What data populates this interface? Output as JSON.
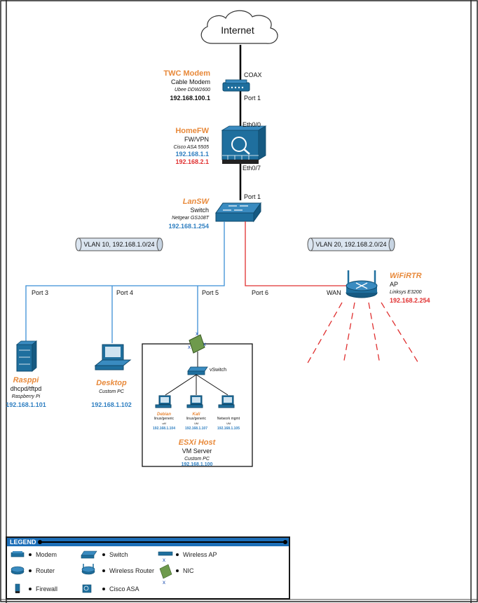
{
  "colors": {
    "orange": "#e8893a",
    "blue": "#2f7fc1",
    "red": "#e03030",
    "line_blue": "#3b8fd6",
    "line_red": "#e03030",
    "device_blue": "#1f6f9e"
  },
  "internet": {
    "label": "Internet"
  },
  "modem": {
    "name": "TWC Modem",
    "type": "Cable Modem",
    "model": "Ubee DDW2600",
    "ip": "192.168.100.1",
    "port_in": "COAX",
    "port_out": "Port 1"
  },
  "firewall": {
    "name": "HomeFW",
    "type": "FW/VPN",
    "model": "Cisco ASA 5505",
    "ip1": "192.168.1.1",
    "ip2": "192.168.2.1",
    "port_in": "Eth0/0",
    "port_out": "Eth0/7"
  },
  "switch": {
    "name": "LanSW",
    "type": "Switch",
    "model": "Netgear GS108T",
    "ip": "192.168.1.254",
    "port_in": "Port 1"
  },
  "vlans": {
    "vlan10": "VLAN 10, 192.168.1.0/24",
    "vlan20": "VLAN 20, 192.168.2.0/24"
  },
  "ports": {
    "p3": "Port 3",
    "p4": "Port 4",
    "p5": "Port 5",
    "p6": "Port 6"
  },
  "wifi": {
    "name": "WiFiRTR",
    "type": "AP",
    "model": "Linksys E3200",
    "ip": "192.168.2.254",
    "wan": "WAN"
  },
  "raspi": {
    "name": "Rasppi",
    "type": "dhcpd/tftpd",
    "model": "Raspberry Pi",
    "ip": "192.168.1.101"
  },
  "desktop": {
    "name": "Desktop",
    "model": "Custom PC",
    "ip": "192.168.1.102"
  },
  "esxi": {
    "name": "ESXi Host",
    "type": "VM Server",
    "model": "Custom PC",
    "ip": "192.168.1.100",
    "vswitch": "vSwitch"
  },
  "vms": [
    {
      "name": "Debian",
      "role": "linux/generic",
      "kind": "vM",
      "ip": "192.168.1.104"
    },
    {
      "name": "Kali",
      "role": "linux/generic",
      "kind": "VM",
      "ip": "192.168.1.107"
    },
    {
      "name": "",
      "role": "Network mgmt",
      "kind": "VM",
      "ip": "192.168.1.105"
    }
  ],
  "legend": {
    "title": "LEGEND",
    "items": [
      {
        "icon": "modem-icon",
        "label": "Modem"
      },
      {
        "icon": "switch-icon",
        "label": "Switch"
      },
      {
        "icon": "wireless-ap-icon",
        "label": "Wireless AP"
      },
      {
        "icon": "router-icon",
        "label": "Router"
      },
      {
        "icon": "wireless-router-icon",
        "label": "Wireless Router"
      },
      {
        "icon": "nic-icon",
        "label": "NIC"
      },
      {
        "icon": "firewall-icon",
        "label": "Firewall"
      },
      {
        "icon": "cisco-asa-icon",
        "label": "Cisco ASA"
      }
    ]
  }
}
